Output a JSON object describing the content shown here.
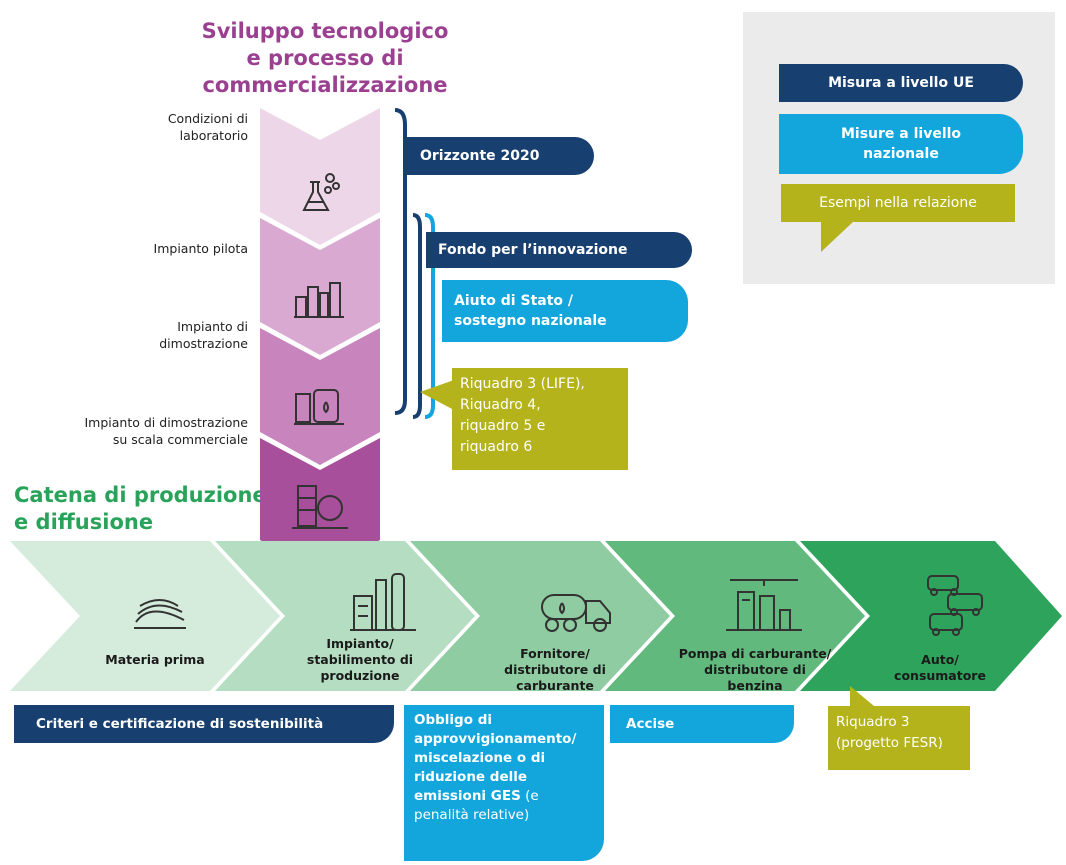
{
  "titles": {
    "tech_dev": "Sviluppo tecnologico\ne processo di\ncommercializzazione",
    "production_chain": "Catena di produzione\ne diffusione"
  },
  "stages": [
    {
      "label": "Condizioni di\nlaboratorio",
      "icon": "flask-icon",
      "color": "#ecd6e8"
    },
    {
      "label": "Impianto pilota",
      "icon": "pilot-plant-icon",
      "color": "#d9a9d1"
    },
    {
      "label": "Impianto di\ndimostrazione",
      "icon": "demo-plant-icon",
      "color": "#c784bd"
    },
    {
      "label": "Impianto di dimostrazione\nsu scala commerciale",
      "icon": "commercial-plant-icon",
      "color": "#a74f9a"
    }
  ],
  "measures": {
    "horizon": "Orizzonte 2020",
    "innovation_fund": "Fondo per l’innovazione",
    "state_aid": "Aiuto di Stato /\nsostegno nazionale",
    "examples_box": "Riquadro 3 (LIFE),\nRiquadro 4,\nriquadro 5 e\nriquadro 6"
  },
  "legend": {
    "eu": "Misura a livello UE",
    "national": "Misure a livello\nnazionale",
    "examples": "Esempi nella relazione"
  },
  "chain": [
    {
      "label": "Materia prima",
      "icon": "biomass-icon",
      "color": "#d5ebdc"
    },
    {
      "label": "Impianto/\nstabilimento di\nproduzione",
      "icon": "factory-icon",
      "color": "#b5ddc1"
    },
    {
      "label": "Fornitore/\ndistributore di\ncarburante",
      "icon": "tanker-truck-icon",
      "color": "#8fcca2"
    },
    {
      "label": "Pompa di carburante/\ndistributore di\nbenzina",
      "icon": "fuel-pump-icon",
      "color": "#62b97e"
    },
    {
      "label": "Auto/\nconsumatore",
      "icon": "cars-icon",
      "color": "#2ea35c"
    }
  ],
  "bottom": {
    "criteria": "Criteri e certificazione di sostenibilità",
    "obligation_bold": "Obbligo di\napprovvigionamento/\nmiscelazione o di\nriduzione delle\nemissioni GES",
    "obligation_rest": " (e\npenalità relative)",
    "excise": "Accise",
    "fesr": "Riquadro 3\n(progetto FESR)"
  },
  "colors": {
    "navy": "#173f6f",
    "cyan": "#12a6dd",
    "olive": "#b4b31b",
    "purple_title": "#9b3f90",
    "green_title": "#2aa35a"
  }
}
